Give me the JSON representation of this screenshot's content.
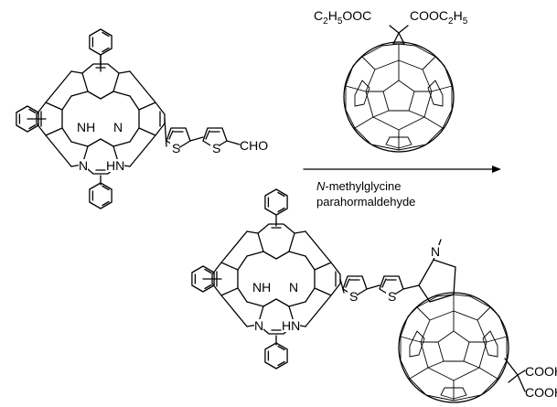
{
  "reagent": {
    "c2h5_left": "C",
    "c2h5_left_2": "2",
    "c2h5_left_h": "H",
    "c2h5_left_5": "5",
    "ooc": "OOC",
    "cooc": "COOC",
    "cooc_2": "2",
    "cooc_h": "H",
    "cooc_5": "5"
  },
  "conditions": {
    "line1_italic": "N",
    "line1_rest": "-methylglycine",
    "line2": "parahormaldehyde"
  },
  "starting_material": {
    "nh_top": "NH",
    "n_right": "N",
    "n_left": "N",
    "hn_bottom": "HN",
    "s1": "S",
    "s2": "S",
    "cho": "CHO"
  },
  "product": {
    "nh_top": "NH",
    "n_right": "N",
    "n_left": "N",
    "hn_bottom": "HN",
    "s1": "S",
    "s2": "S",
    "n_pyrrolidine": "N",
    "cooh_1": "COOH",
    "cooh_2": "COOH"
  }
}
